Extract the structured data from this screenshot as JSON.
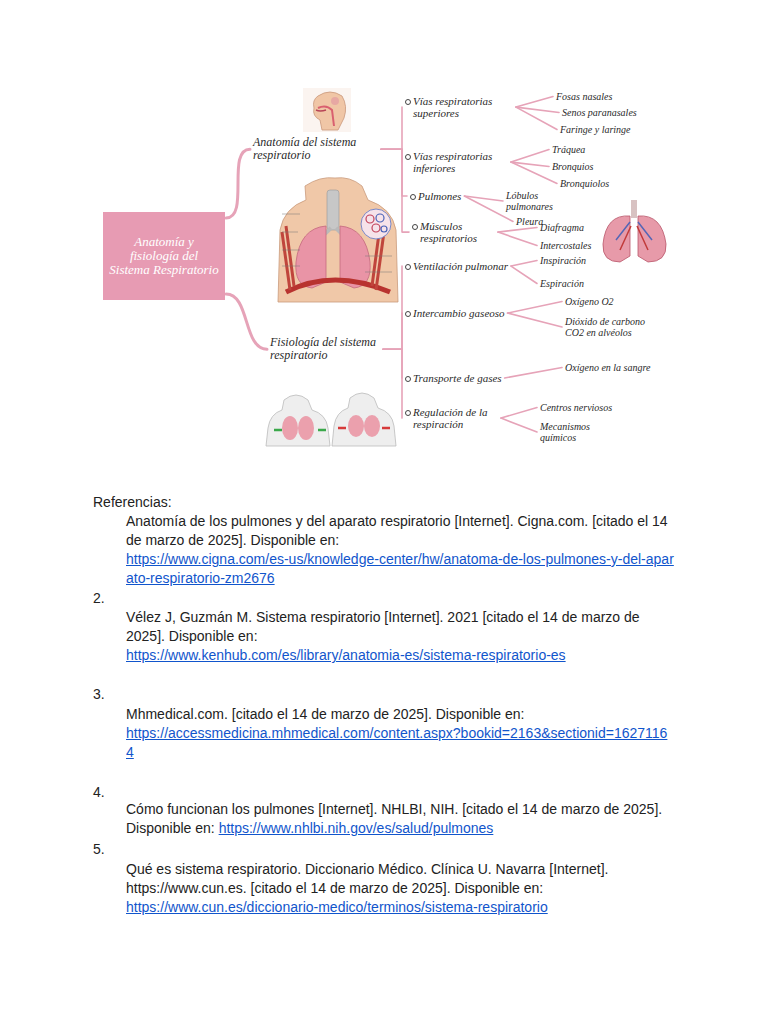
{
  "diagram": {
    "nodes": [
      {
        "text": [
          "Anatomía y fisiología del Sistema Respiratorio"
        ]
      },
      {
        "text": [
          "Anatomía del sistema respiratorio"
        ]
      },
      {
        "text": [
          "Vías respiratorias superiores"
        ]
      },
      {
        "text": [
          "Fosas nasales"
        ]
      },
      {
        "text": [
          "Senos paranasales"
        ]
      },
      {
        "text": [
          "Faringe y laringe"
        ]
      },
      {
        "text": [
          "Vías respiratorias inferiores"
        ]
      },
      {
        "text": [
          "Tráquea"
        ]
      },
      {
        "text": [
          "Bronquios"
        ]
      },
      {
        "text": [
          "Bronquiolos"
        ]
      },
      {
        "text": [
          "Pulmones"
        ]
      },
      {
        "text": [
          "Lóbulos pulmonares"
        ]
      },
      {
        "text": [
          "Pleura"
        ]
      },
      {
        "text": [
          "Músculos respiratorios"
        ]
      },
      {
        "text": [
          "Diafragma"
        ]
      },
      {
        "text": [
          "Intercostales"
        ]
      },
      {
        "text": [
          "Fisiología del sistema respiratorio"
        ]
      },
      {
        "text": [
          "Ventilación pulmonar"
        ]
      },
      {
        "text": [
          "Inspiración"
        ]
      },
      {
        "text": [
          "Espiración"
        ]
      },
      {
        "text": [
          "Intercambio gaseoso"
        ]
      },
      {
        "text": [
          "Oxígeno O2"
        ]
      },
      {
        "text": [
          "Dióxido de carbono CO2 en alvéolos"
        ]
      },
      {
        "text": [
          "Transporte de gases"
        ]
      },
      {
        "text": [
          "Oxígeno en la sangre"
        ]
      },
      {
        "text": [
          "Regulación de la respiración"
        ]
      },
      {
        "text": [
          "Centros nerviosos"
        ]
      },
      {
        "text": [
          "Mecanismos químicos"
        ]
      }
    ],
    "edges": [
      {
        "from": 0,
        "to": 1,
        "arrow": "none"
      },
      {
        "from": 0,
        "to": 16,
        "arrow": "none"
      },
      {
        "from": 1,
        "to": 2,
        "arrow": "none"
      },
      {
        "from": 1,
        "to": 6,
        "arrow": "none"
      },
      {
        "from": 1,
        "to": 10,
        "arrow": "none"
      },
      {
        "from": 1,
        "to": 13,
        "arrow": "none"
      },
      {
        "from": 2,
        "to": 3,
        "arrow": "none"
      },
      {
        "from": 2,
        "to": 4,
        "arrow": "none"
      },
      {
        "from": 2,
        "to": 5,
        "arrow": "none"
      },
      {
        "from": 6,
        "to": 7,
        "arrow": "none"
      },
      {
        "from": 6,
        "to": 8,
        "arrow": "none"
      },
      {
        "from": 6,
        "to": 9,
        "arrow": "none"
      },
      {
        "from": 10,
        "to": 11,
        "arrow": "none"
      },
      {
        "from": 10,
        "to": 12,
        "arrow": "none"
      },
      {
        "from": 13,
        "to": 14,
        "arrow": "none"
      },
      {
        "from": 13,
        "to": 15,
        "arrow": "none"
      },
      {
        "from": 16,
        "to": 17,
        "arrow": "none"
      },
      {
        "from": 16,
        "to": 20,
        "arrow": "none"
      },
      {
        "from": 16,
        "to": 23,
        "arrow": "none"
      },
      {
        "from": 16,
        "to": 25,
        "arrow": "none"
      },
      {
        "from": 17,
        "to": 18,
        "arrow": "none"
      },
      {
        "from": 17,
        "to": 19,
        "arrow": "none"
      },
      {
        "from": 20,
        "to": 21,
        "arrow": "none"
      },
      {
        "from": 20,
        "to": 22,
        "arrow": "none"
      },
      {
        "from": 23,
        "to": 24,
        "arrow": "none"
      },
      {
        "from": 25,
        "to": 26,
        "arrow": "none"
      },
      {
        "from": 25,
        "to": 27,
        "arrow": "none"
      }
    ],
    "labels": [
      "Referencias:",
      "Anatomía de los pulmones y del aparato respiratorio [Internet]. Cigna.com. [citado el 14 de marzo de 2025]. Disponible en:",
      "https://www.cigna.com/es-us/knowledge-center/hw/anatoma-de-los-pulmones-y-del-aparato-respiratorio-zm2676",
      "2.",
      "Vélez J, Guzmán M. Sistema respiratorio [Internet]. 2021 [citado el 14 de marzo de 2025]. Disponible en:",
      "https://www.kenhub.com/es/library/anatomia-es/sistema-respiratorio-es",
      "3.",
      "Mhmedical.com. [citado el 14 de marzo de 2025]. Disponible en:",
      "https://accessmedicina.mhmedical.com/content.aspx?bookid=2163&sectionid=16271164",
      "4.",
      "Cómo funcionan los pulmones [Internet]. NHLBI, NIH. [citado el 14 de marzo de 2025]. Disponible en:",
      "https://www.nhlbi.nih.gov/es/salud/pulmones",
      "5.",
      "Qué es sistema respiratorio. Diccionario Médico. Clínica U. Navarra [Internet]. https://www.cun.es. [citado el 14 de marzo de 2025]. Disponible en:",
      "https://www.cun.es/diccionario-medico/terminos/sistema-respiratorio"
    ]
  }
}
